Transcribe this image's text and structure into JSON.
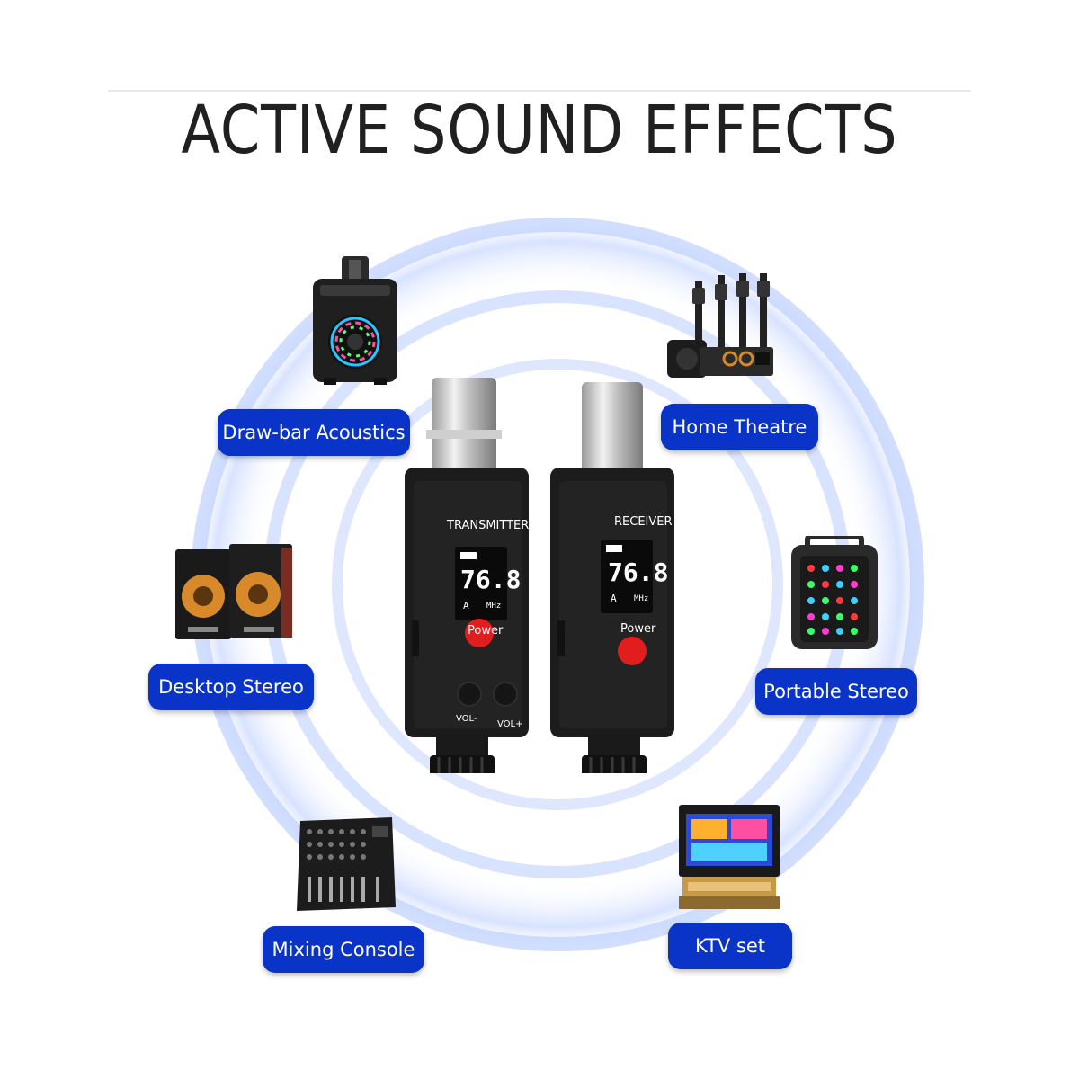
{
  "title": "ACTIVE SOUND EFFECTS",
  "colors": {
    "pill_blue": "#0a33c8",
    "ring_blue": "#a9c1ff",
    "device_body": "#1c1c1c"
  },
  "labels": {
    "draw_bar": "Draw-bar Acoustics",
    "home_theatre": "Home Theatre",
    "desktop_stereo": "Desktop Stereo",
    "portable_stereo": "Portable Stereo",
    "mixing_console": "Mixing Console",
    "ktv_set": "KTV set"
  },
  "transmitter": {
    "name": "TRANSMITTER",
    "frequency": "76.8",
    "channel": "A",
    "unit": "MHz",
    "power": "Power",
    "vol_minus": "VOL-",
    "vol_plus": "VOL+"
  },
  "receiver": {
    "name": "RECEIVER",
    "frequency": "76.8",
    "channel": "A",
    "unit": "MHz",
    "power": "Power"
  }
}
